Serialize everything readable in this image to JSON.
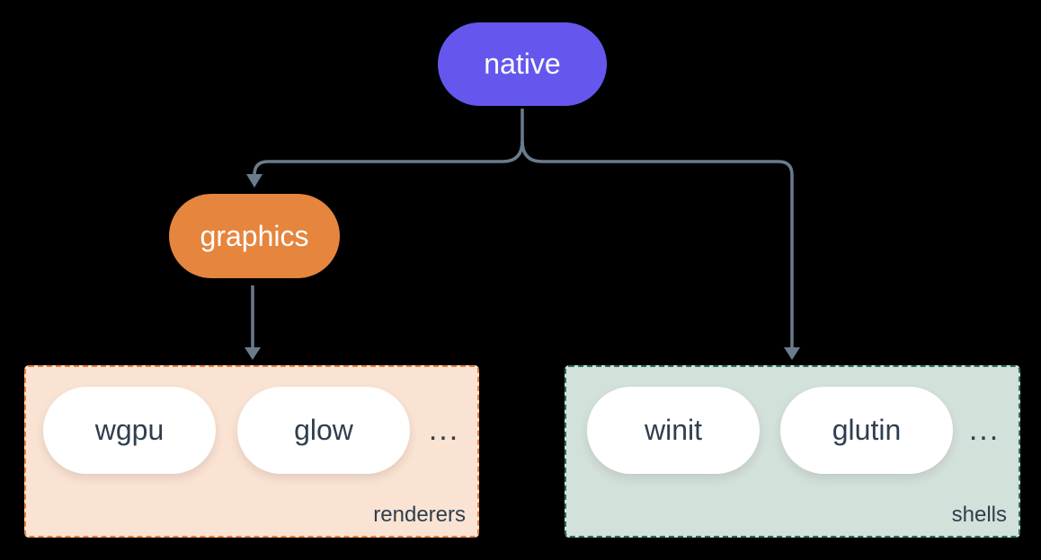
{
  "diagram": {
    "native": {
      "label": "native"
    },
    "graphics": {
      "label": "graphics"
    },
    "groups": [
      {
        "label": "renderers",
        "items": [
          "wgpu",
          "glow"
        ],
        "more": "..."
      },
      {
        "label": "shells",
        "items": [
          "winit",
          "glutin"
        ],
        "more": "..."
      }
    ],
    "edges": [
      "native->graphics",
      "native->shells",
      "graphics->renderers"
    ]
  },
  "colors": {
    "background": "#000000",
    "purple": "#6557ee",
    "orange": "#e6853e",
    "orange-border": "#e8813c",
    "peach": "#fae3d3",
    "sage": "#d3e1db",
    "teal-border": "#2e6e5e",
    "connector": "#6a7b8b",
    "ink": "#2f3e4f",
    "node-text": "#ffffff"
  }
}
